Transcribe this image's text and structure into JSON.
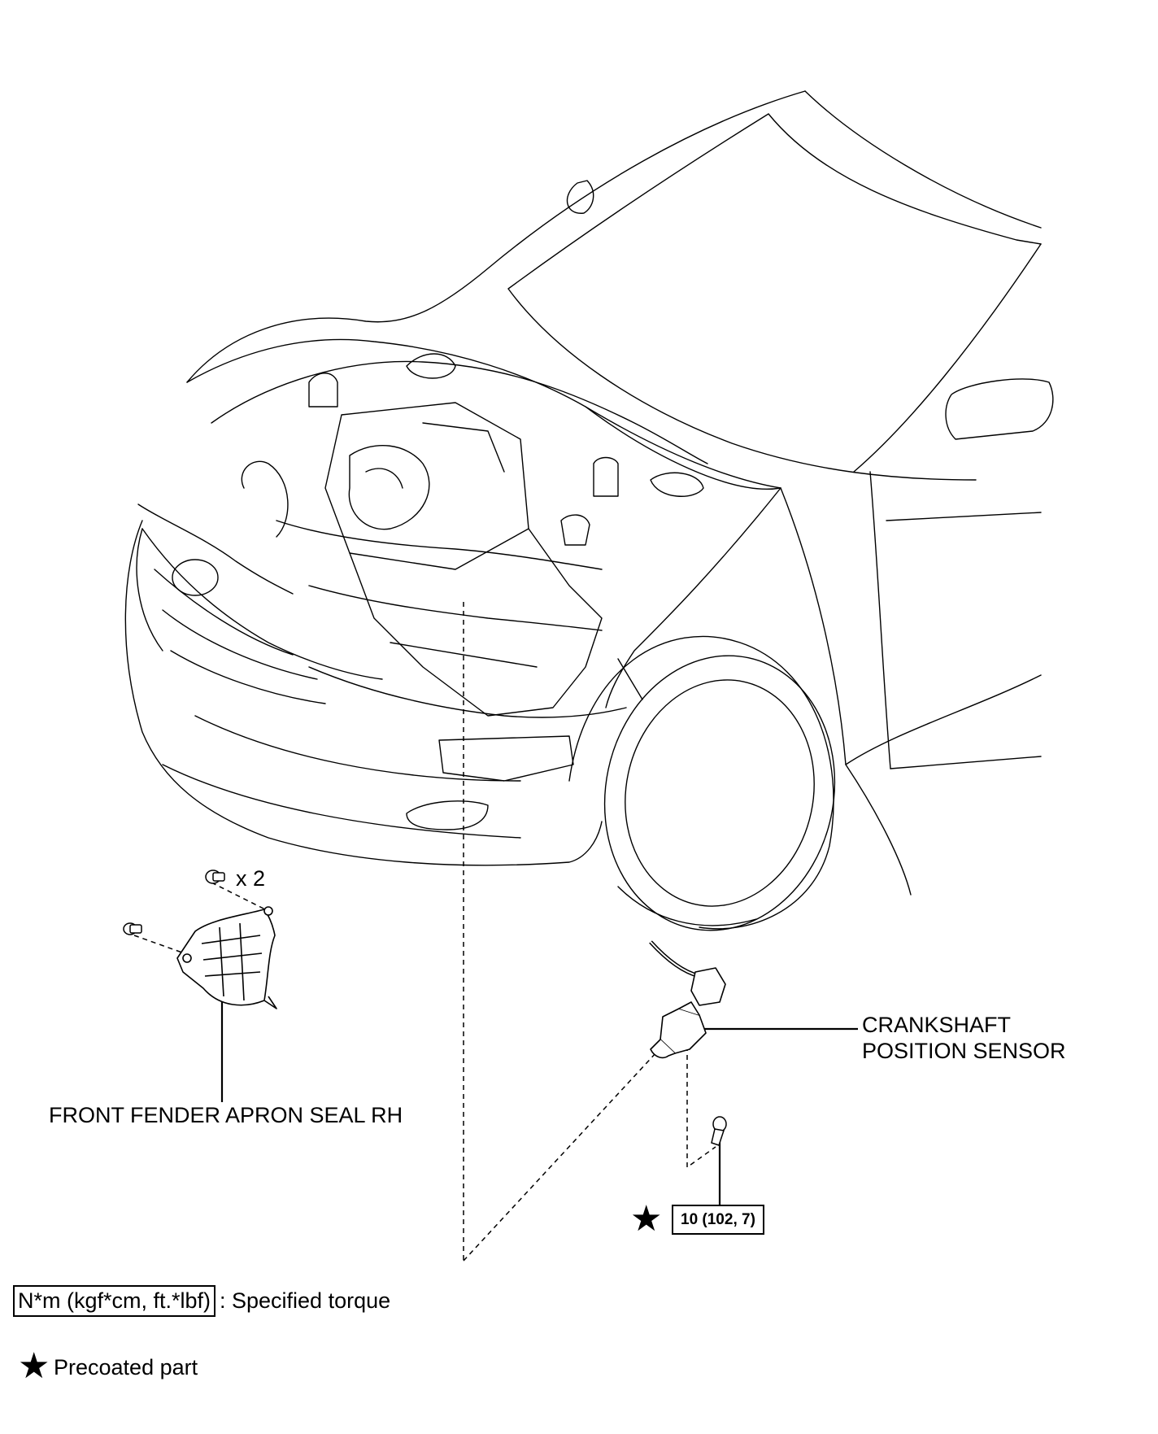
{
  "labels": {
    "apron_seal": "FRONT FENDER APRON SEAL RH",
    "apron_qty": "x 2",
    "sensor_line1": "CRANKSHAFT",
    "sensor_line2": "POSITION SENSOR",
    "torque_value": "10 (102, 7)"
  },
  "legend": {
    "torque_units": "N*m (kgf*cm, ft.*lbf)",
    "torque_desc": ": Specified torque",
    "precoated_desc": "Precoated part"
  },
  "icons": {
    "star": "★"
  }
}
